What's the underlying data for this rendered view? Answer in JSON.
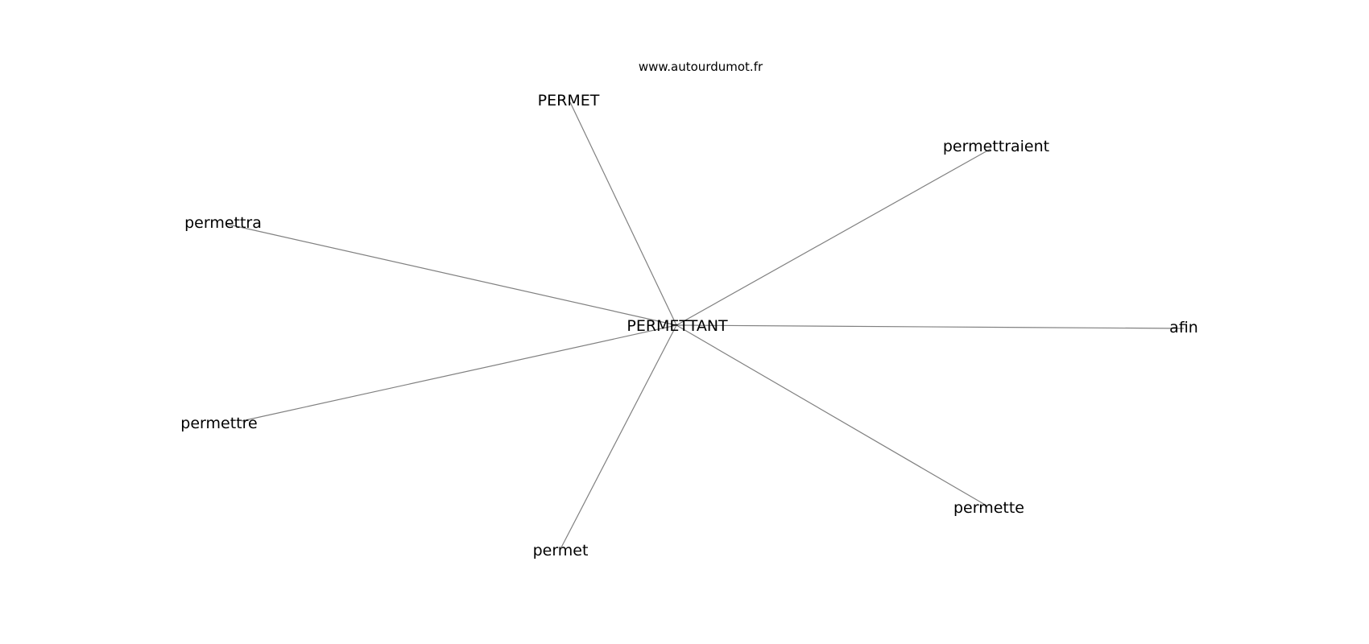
{
  "watermark": "www.autourdumot.fr",
  "center": {
    "label": "PERMETTANT"
  },
  "neighbors": [
    {
      "id": "n1",
      "label": "PERMET"
    },
    {
      "id": "n2",
      "label": "permettraient"
    },
    {
      "id": "n3",
      "label": "permettra"
    },
    {
      "id": "n4",
      "label": "afin"
    },
    {
      "id": "n5",
      "label": "permettre"
    },
    {
      "id": "n6",
      "label": "permette"
    },
    {
      "id": "n7",
      "label": "permet"
    }
  ],
  "colors": {
    "edge": "#808080",
    "text": "#000000",
    "background": "#ffffff"
  }
}
